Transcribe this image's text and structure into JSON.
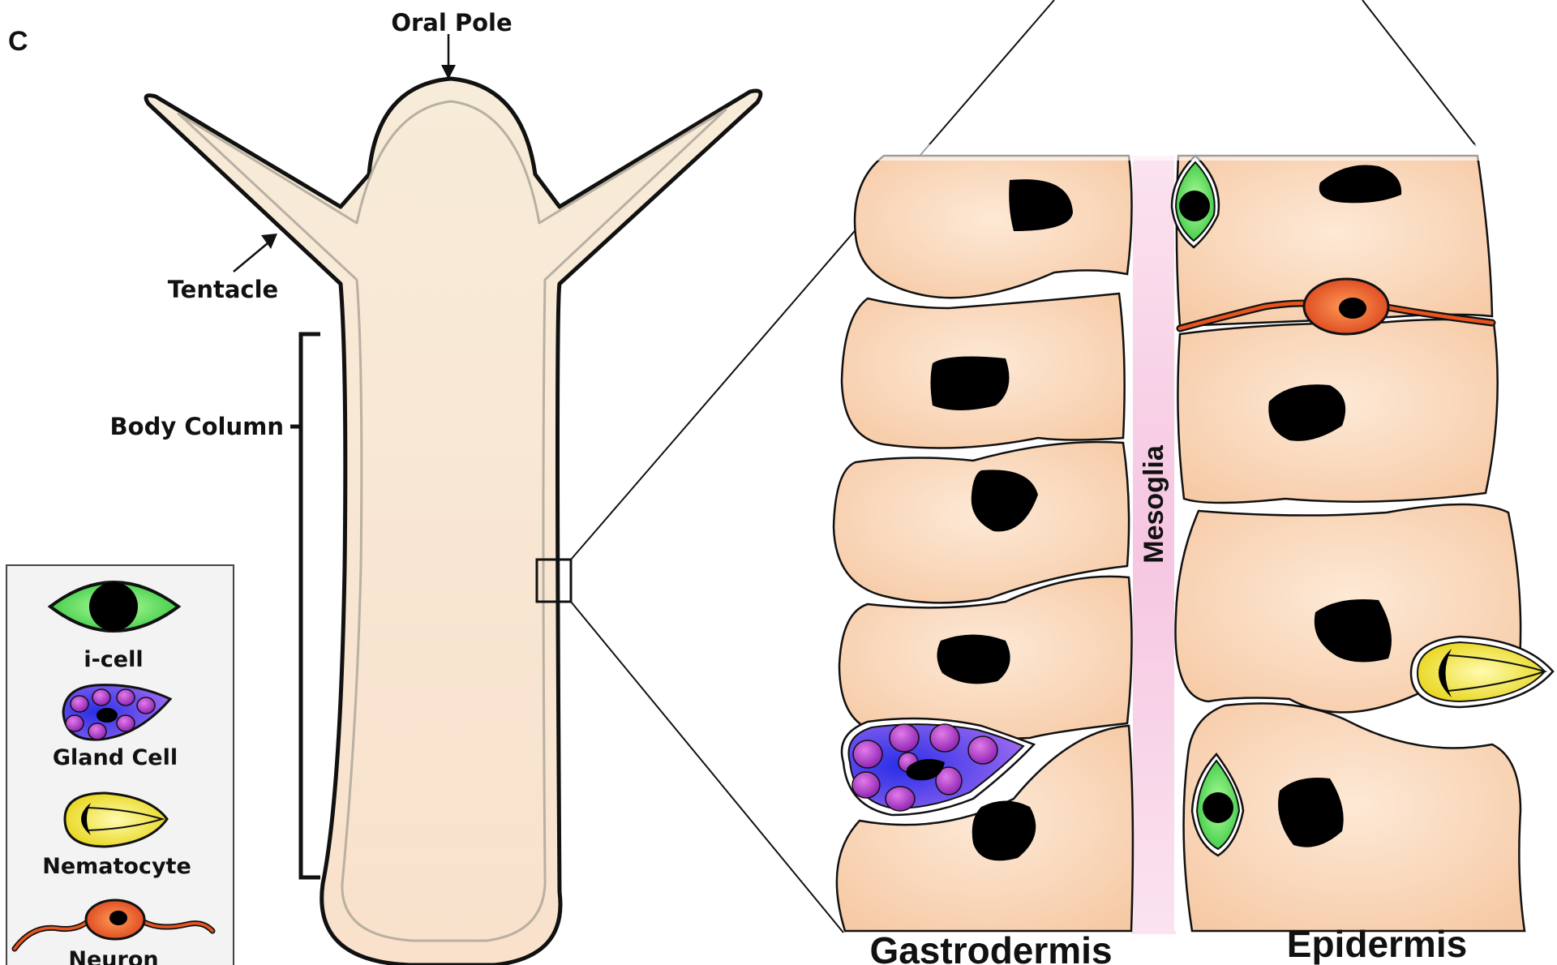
{
  "panel_letter": "C",
  "hydra_labels": {
    "oral_pole": "Oral Pole",
    "tentacle": "Tentacle",
    "body_column": "Body Column"
  },
  "tissue_labels": {
    "mesoglia": "Mesoglia",
    "gastrodermis": "Gastrodermis",
    "epidermis": "Epidermis"
  },
  "legend": [
    {
      "label": "i-cell",
      "icon": "i-cell-icon",
      "color": "#3ddc4e"
    },
    {
      "label": "Gland Cell",
      "icon": "gland-cell-icon",
      "color": "#4b3fe0"
    },
    {
      "label": "Nematocyte",
      "icon": "nematocyte-icon",
      "color": "#f2e21a"
    },
    {
      "label": "Neuron",
      "icon": "neuron-icon",
      "color": "#e8541e"
    }
  ],
  "colors": {
    "cell_fill": "#f8d4b2",
    "body_fill": "#f7ecd9",
    "mesoglia": "#f6cfe6",
    "outline": "#111111"
  }
}
